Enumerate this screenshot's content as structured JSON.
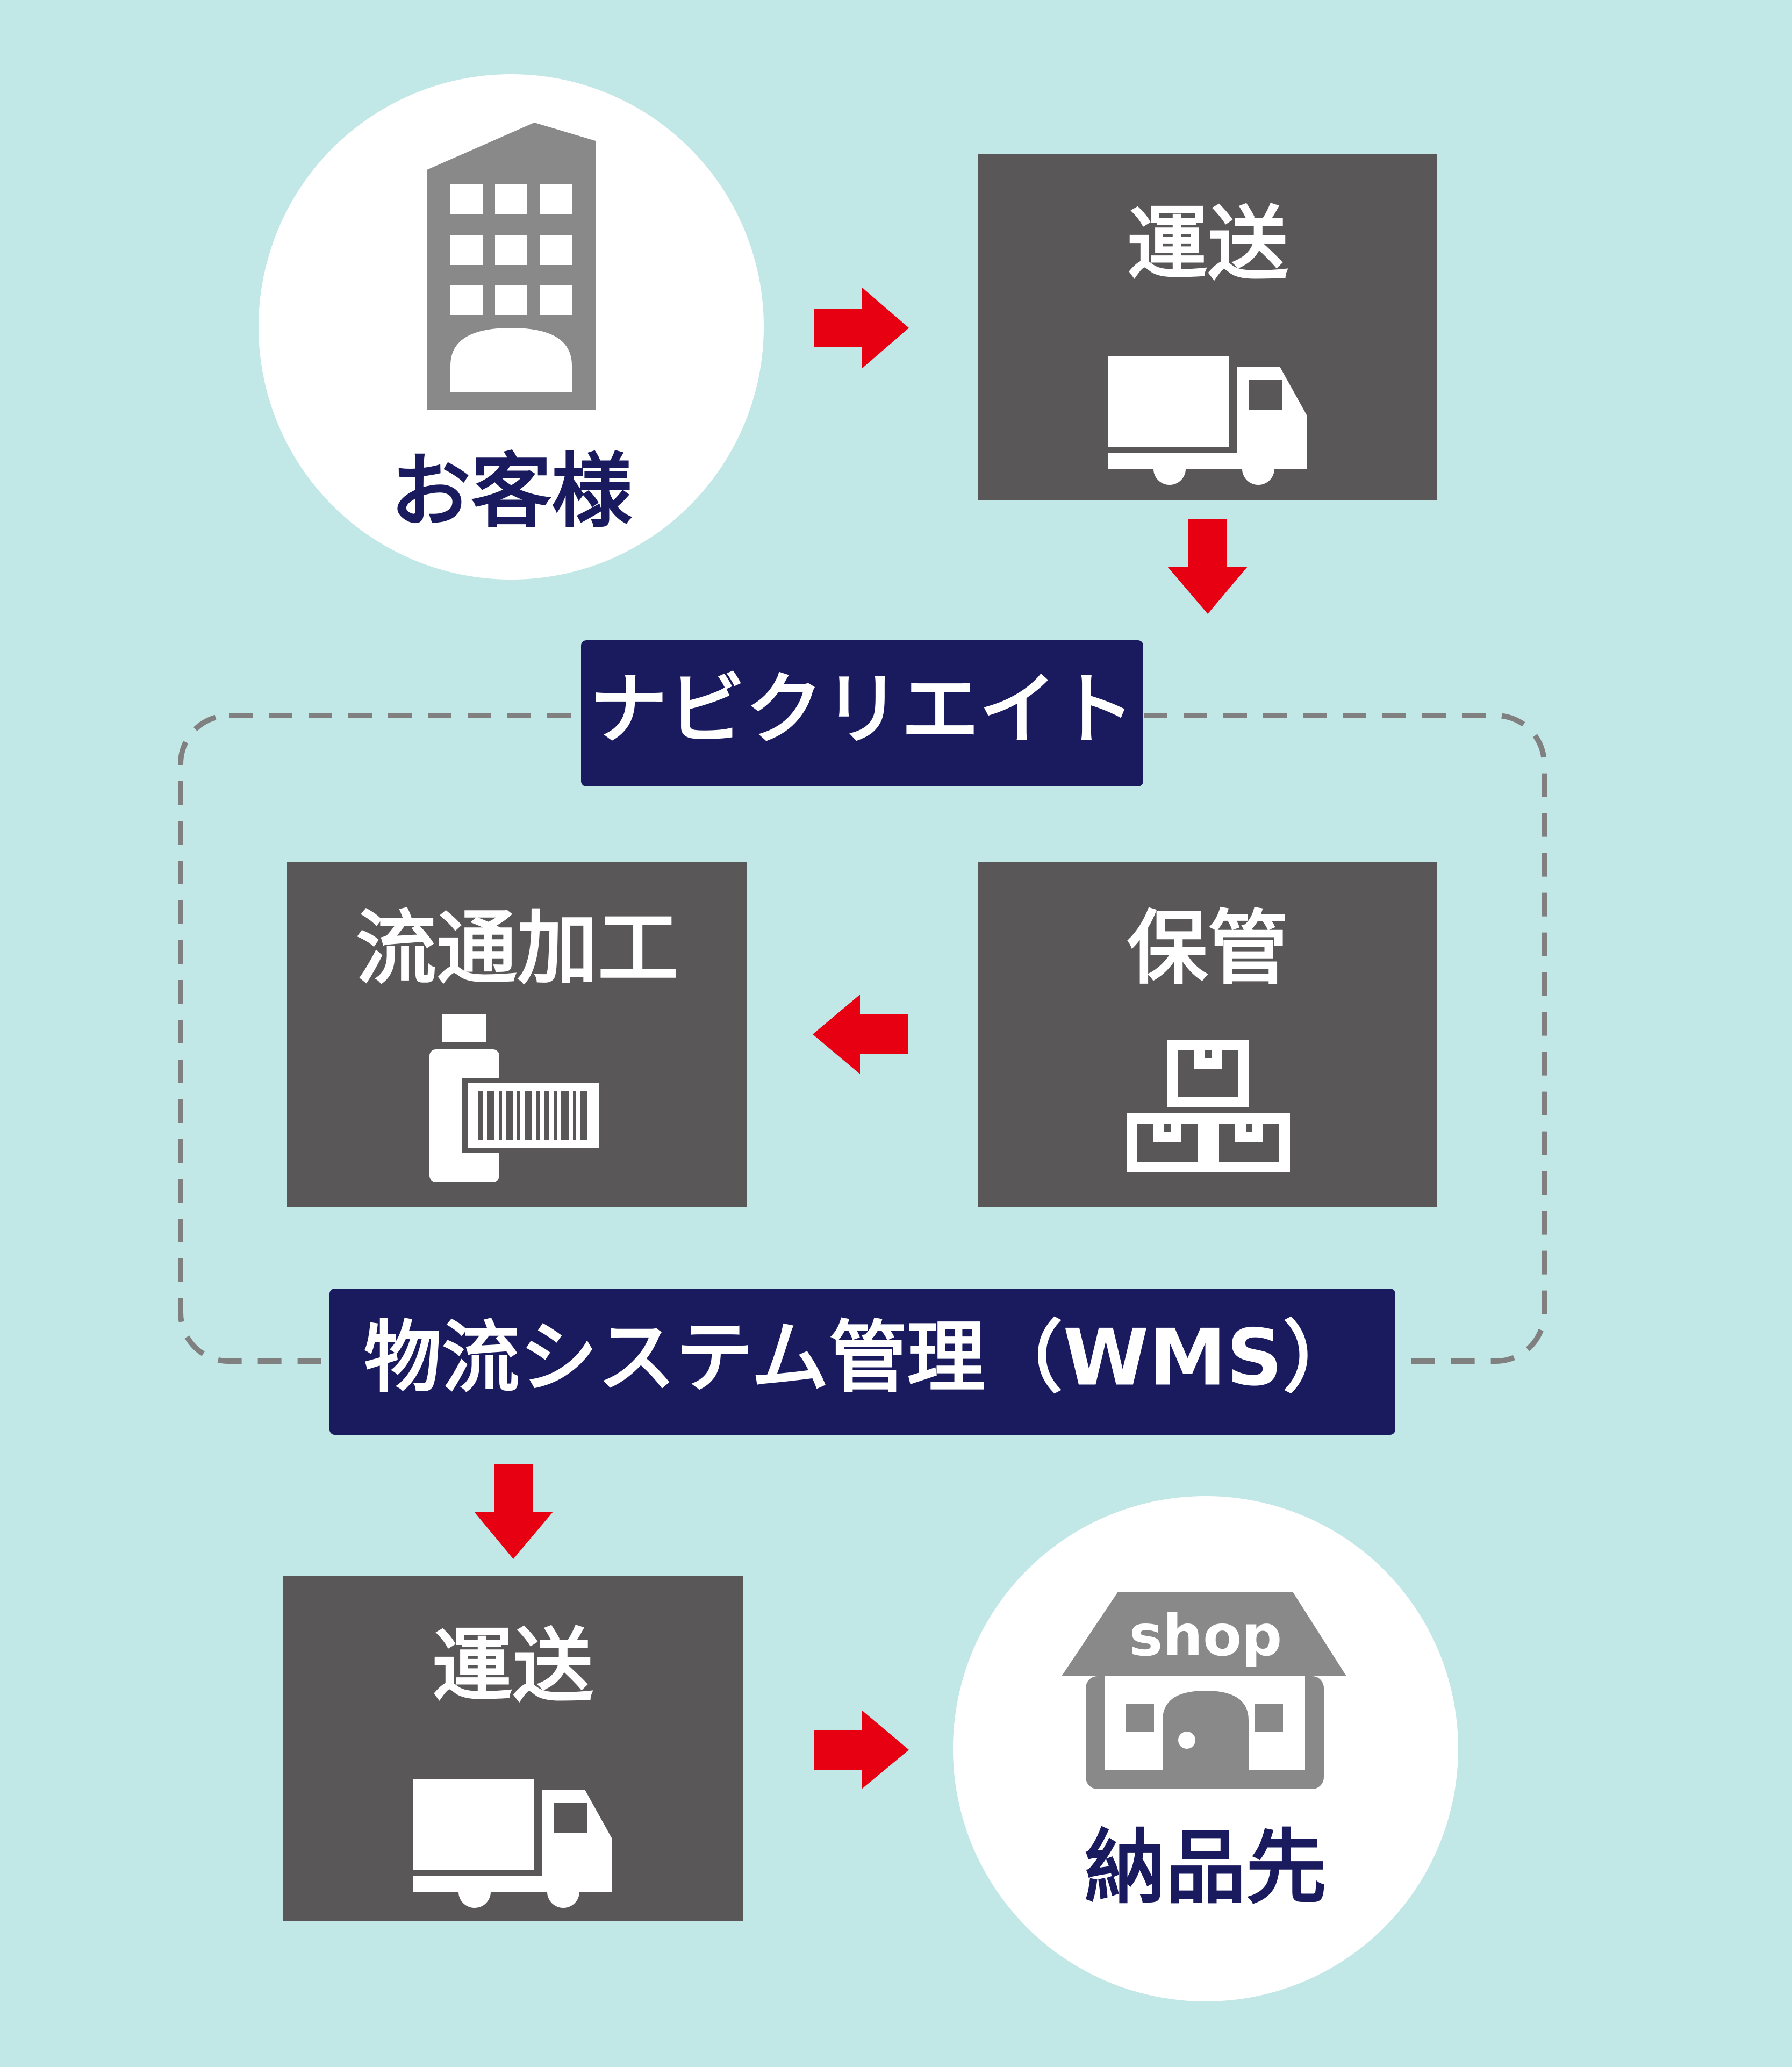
{
  "colors": {
    "background": "#c1e7e6",
    "box": "#595757",
    "navy": "#1a1a5e",
    "arrow": "#e60012",
    "icon_gray": "#898989",
    "dashed_border": "#808080"
  },
  "customer": {
    "label": "お客様",
    "icon": "building-icon"
  },
  "transport_top": {
    "label": "運送",
    "icon": "truck-icon"
  },
  "company_label": "ナビクリエイト",
  "processing": {
    "label": "流通加工",
    "icon": "barcode-scanner-icon"
  },
  "storage": {
    "label": "保管",
    "icon": "boxes-icon"
  },
  "wms_label": "物流システム管理（WMS）",
  "transport_bottom": {
    "label": "運送",
    "icon": "truck-icon"
  },
  "destination": {
    "label": "納品先",
    "icon": "shop-icon",
    "shop_sign": "shop"
  }
}
